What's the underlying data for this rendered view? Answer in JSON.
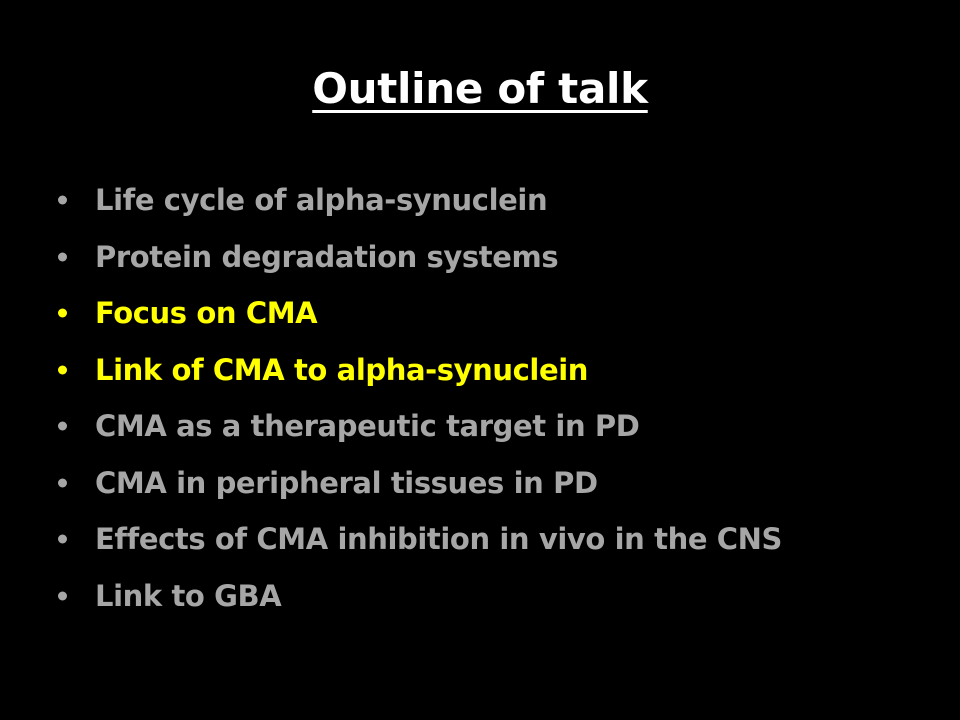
{
  "slide": {
    "title": "Outline of talk",
    "colors": {
      "background": "#000000",
      "title": "#ffffff",
      "dim_bullet": "#a6a6a6",
      "highlight_bullet": "#ffff00"
    },
    "bullets": [
      {
        "text": "Life cycle of alpha-synuclein",
        "highlighted": false
      },
      {
        "text": "Protein degradation systems",
        "highlighted": false
      },
      {
        "text": "Focus on CMA",
        "highlighted": true
      },
      {
        "text": "Link of CMA to alpha-synuclein",
        "highlighted": true
      },
      {
        "text": "CMA as a therapeutic target in PD",
        "highlighted": false
      },
      {
        "text": "CMA in peripheral tissues in PD",
        "highlighted": false
      },
      {
        "text": "Effects of CMA inhibition in vivo in the CNS",
        "highlighted": false
      },
      {
        "text": "Link to GBA",
        "highlighted": false
      }
    ]
  }
}
